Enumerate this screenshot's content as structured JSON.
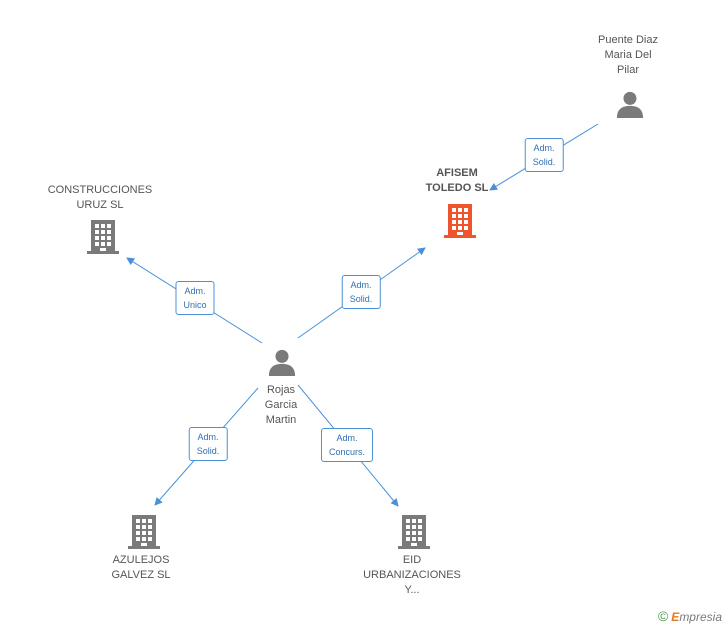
{
  "nodes": {
    "center_person": {
      "name": [
        "Rojas",
        "Garcia",
        "Martin"
      ],
      "icon": "person-icon"
    },
    "top_person": {
      "name": [
        "Puente Diaz",
        "Maria Del",
        "Pilar"
      ],
      "icon": "person-icon"
    },
    "afisem": {
      "name": [
        "AFISEM",
        "TOLEDO SL"
      ],
      "icon": "building-icon",
      "color": "#f0542c"
    },
    "construcciones": {
      "name": [
        "CONSTRUCCIONES",
        "URUZ SL"
      ],
      "icon": "building-icon",
      "color": "#7a7a7a"
    },
    "azulejos": {
      "name": [
        "AZULEJOS",
        "GALVEZ SL"
      ],
      "icon": "building-icon",
      "color": "#7a7a7a"
    },
    "eid": {
      "name": [
        "EID",
        "URBANIZACIONES",
        "Y..."
      ],
      "icon": "building-icon",
      "color": "#7a7a7a"
    }
  },
  "edges": {
    "top_to_afisem": [
      "Adm.",
      "Solid."
    ],
    "center_to_afisem": [
      "Adm.",
      "Solid."
    ],
    "center_to_construcciones": [
      "Adm.",
      "Unico"
    ],
    "center_to_azulejos": [
      "Adm.",
      "Solid."
    ],
    "center_to_eid": [
      "Adm.",
      "Concurs."
    ]
  },
  "footer": {
    "copyright": "©",
    "brand_initial": "E",
    "brand_rest": "mpresia"
  },
  "colors": {
    "edge": "#4a90d9",
    "person": "#7a7a7a",
    "highlight": "#f0542c"
  }
}
